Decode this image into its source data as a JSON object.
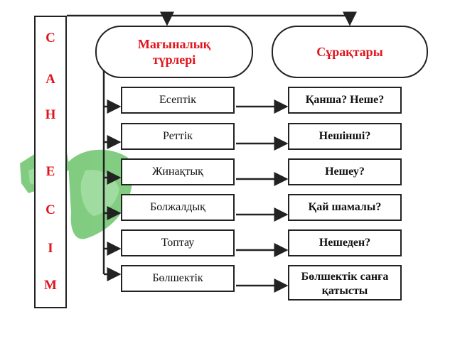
{
  "column_letters": [
    "С",
    "А",
    "Н",
    "Е",
    "С",
    "І",
    "М"
  ],
  "header_left": "Мағыналық түрлері",
  "header_right": "Сұрақтары",
  "rows": [
    {
      "type": "Есептік",
      "question": "Қанша? Неше?"
    },
    {
      "type": "Реттік",
      "question": "Нешінші?"
    },
    {
      "type": "Жинақтық",
      "question": "Нешеу?"
    },
    {
      "type": "Болжалдық",
      "question": "Қай шамалы?"
    },
    {
      "type": "Топтау",
      "question": "Нешеден?"
    },
    {
      "type": "Бөлшектік",
      "question": "Бөлшектік санға қатысты"
    }
  ],
  "colors": {
    "accent_text": "#e0141c",
    "line": "#222222",
    "leaf_green": "#5cb85c"
  }
}
